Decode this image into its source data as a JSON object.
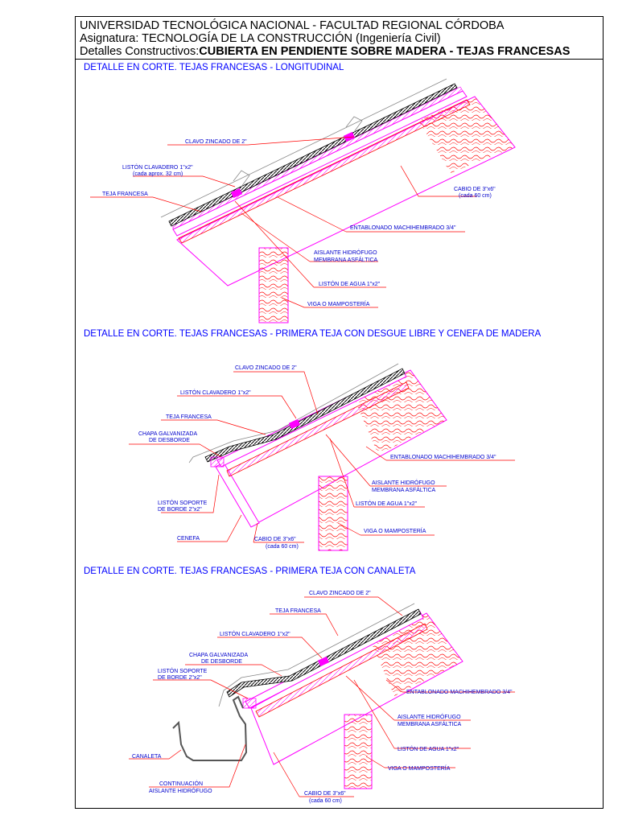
{
  "header": {
    "line1": "UNIVERSIDAD TECNOLÓGICA NACIONAL - FACULTAD REGIONAL CÓRDOBA",
    "line2": "Asignatura: TECNOLOGÍA DE LA CONSTRUCCIÓN (Ingeniería Civil)",
    "line3_prefix": "Detalles Constructivos:",
    "line3_bold": "CUBIERTA EN PENDIENTE SOBRE MADERA - TEJAS FRANCESAS"
  },
  "sections": [
    {
      "title": "DETALLE EN CORTE. TEJAS FRANCESAS - LONGITUDINAL",
      "labels": [
        "CLAVO ZINCADO DE 2\"",
        "LISTÓN CLAVADERO 1\"x2\"",
        "(cada aprox. 32 cm)",
        "TEJA FRANCESA",
        "CABIO DE 3\"x6\"",
        "(cada 60 cm)",
        "ENTABLONADO MACHIHEMBRADO 3/4\"",
        "AISLANTE HIDRÓFUGO",
        "MEMBRANA ASFÁLTICA",
        "LISTÓN DE AGUA 1\"x2\"",
        "VIGA O MAMPOSTERÍA"
      ]
    },
    {
      "title": "DETALLE EN CORTE. TEJAS FRANCESAS - PRIMERA TEJA CON DESGUE LIBRE Y  CENEFA DE MADERA",
      "labels": [
        "CLAVO ZINCADO DE 2\"",
        "LISTÓN CLAVADERO 1\"x2\"",
        "TEJA FRANCESA",
        "CHAPA GALVANIZADA",
        "DE DESBORDE",
        "ENTABLONADO MACHIHEMBRADO 3/4\"",
        "AISLANTE HIDRÓFUGO",
        "MEMBRANA ASFÁLTICA",
        "LISTÓN SOPORTE",
        "DE BORDE 2\"x2\"",
        "LISTÓN DE AGUA 1\"x2\"",
        "VIGA O MAMPOSTERÍA",
        "CENEFA",
        "CABIO DE 3\"x6\"",
        "(cada 60 cm)"
      ]
    },
    {
      "title": "DETALLE EN CORTE. TEJAS FRANCESAS - PRIMERA TEJA CON CANALETA",
      "labels": [
        "CLAVO ZINCADO DE 2\"",
        "TEJA FRANCESA",
        "LISTÓN CLAVADERO 1\"x2\"",
        "CHAPA GALVANIZADA",
        "DE DESBORDE",
        "LISTÓN SOPORTE",
        "DE BORDE 2\"x2\"",
        "ENTABLONADO MACHIHEMBRADO 3/4\"",
        "AISLANTE HIDRÓFUGO",
        "MEMBRANA ASFÁLTICA",
        "LISTÓN DE AGUA 1\"x2\"",
        "CANALETA",
        "VIGA O MAMPOSTERÍA",
        "CONTINUACIÓN",
        "AISLANTE HIDRÓFUGO",
        "CABIO DE 3\"x6\"",
        "(cada 60 cm)"
      ]
    }
  ],
  "colors": {
    "frame": "#000000",
    "title_text": "#0000ff",
    "leader": "#ff0000",
    "structure": "#ff00ff",
    "wood": "#ff0000",
    "label": "#0000cc"
  }
}
